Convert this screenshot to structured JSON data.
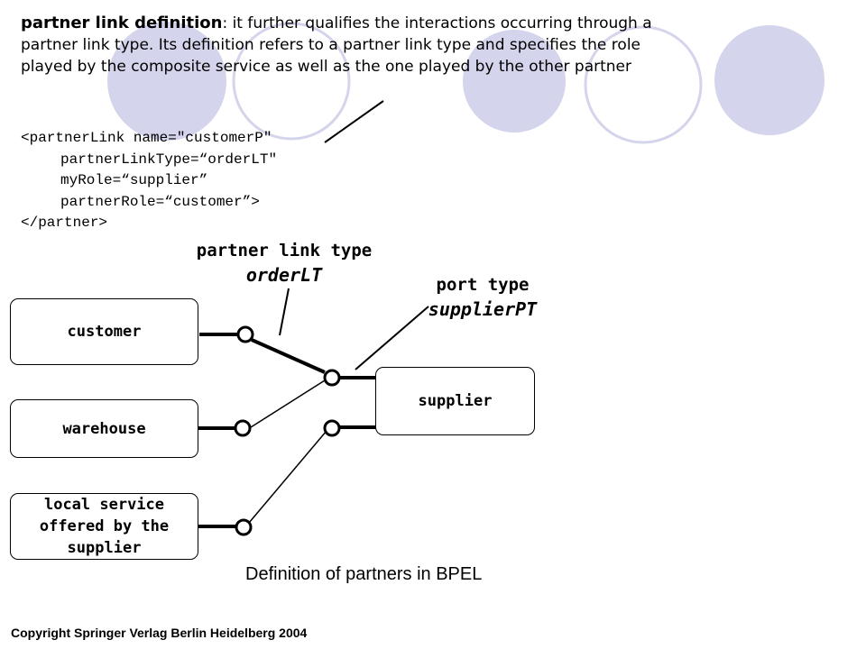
{
  "definition": {
    "term": "partner link definition",
    "text": ": it further qualifies the interactions occurring through a partner link type. Its definition refers to a partner link type and specifies the role played by the composite service as well as the one played by the other partner"
  },
  "code": {
    "line1": "<partnerLink name=\"customerP\"",
    "line2": "partnerLinkType=“orderLT\"",
    "line3": "myRole=“supplier”",
    "line4": "partnerRole=“customer”>",
    "line5": "</partner>"
  },
  "diagram": {
    "partner_link_type": {
      "label": "partner link type",
      "name": "orderLT"
    },
    "port_type": {
      "label": "port type",
      "name": "supplierPT"
    },
    "services": {
      "customer": "customer",
      "warehouse": "warehouse",
      "local": "local service offered by the supplier",
      "supplier": "supplier"
    }
  },
  "caption": "Definition of partners in BPEL",
  "copyright": "Copyright Springer Verlag Berlin Heidelberg 2004",
  "colors": {
    "decor_circle": "#d4d4ec",
    "line": "#000000"
  }
}
